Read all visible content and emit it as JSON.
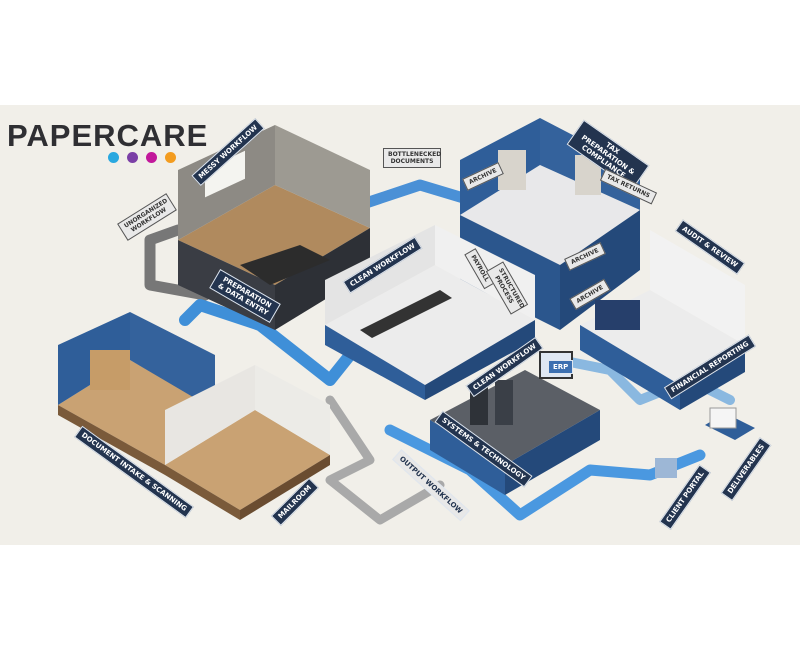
{
  "logo": {
    "text": "PAPERCARE",
    "dot_colors": [
      "#29a8e0",
      "#7b3fa6",
      "#c2189b",
      "#f39c1f"
    ]
  },
  "labels": {
    "messy_workflow": "MESSY WORKFLOW",
    "unorganized_workflow": "UNORGANIZED WORKFLOW",
    "bottlenecked_documents": "BOTTLENECKED DOCUMENTS",
    "preparation": "PREPARATION & DATA ENTRY",
    "clean_workflow_1": "CLEAN WORKFLOW",
    "clean_workflow_2": "CLEAN WORKFLOW",
    "tax_preparation": "TAX PREPARATION & COMPLIANCE",
    "archive_1": "ARCHIVE",
    "archive_2": "ARCHIVE",
    "archive_3": "ARCHIVE",
    "tax_returns": "TAX RETURNS",
    "payroll": "PAYROLL",
    "structured_process": "STRUCTURED PROCESS",
    "audit_review": "AUDIT & REVIEW",
    "financial_reporting": "FINANCIAL REPORTING",
    "erp": "ERP",
    "document_intake": "DOCUMENT INTAKE & SCANNING",
    "mailroom": "MAILROOM",
    "output_workflow": "OUTPUT WORKFLOW",
    "systems_technology": "SYSTEMS & TECHNOLOGY",
    "client_portal": "CLIENT PORTAL",
    "deliverables": "DELIVERABLES"
  },
  "colors": {
    "background": "#f1efe9",
    "wall_blue": "#2f5e99",
    "pipe_blue": "#3f8fd8",
    "floor_wood": "#c9a273",
    "dark_base": "#3a3d44",
    "label_navy": "#23344f"
  }
}
